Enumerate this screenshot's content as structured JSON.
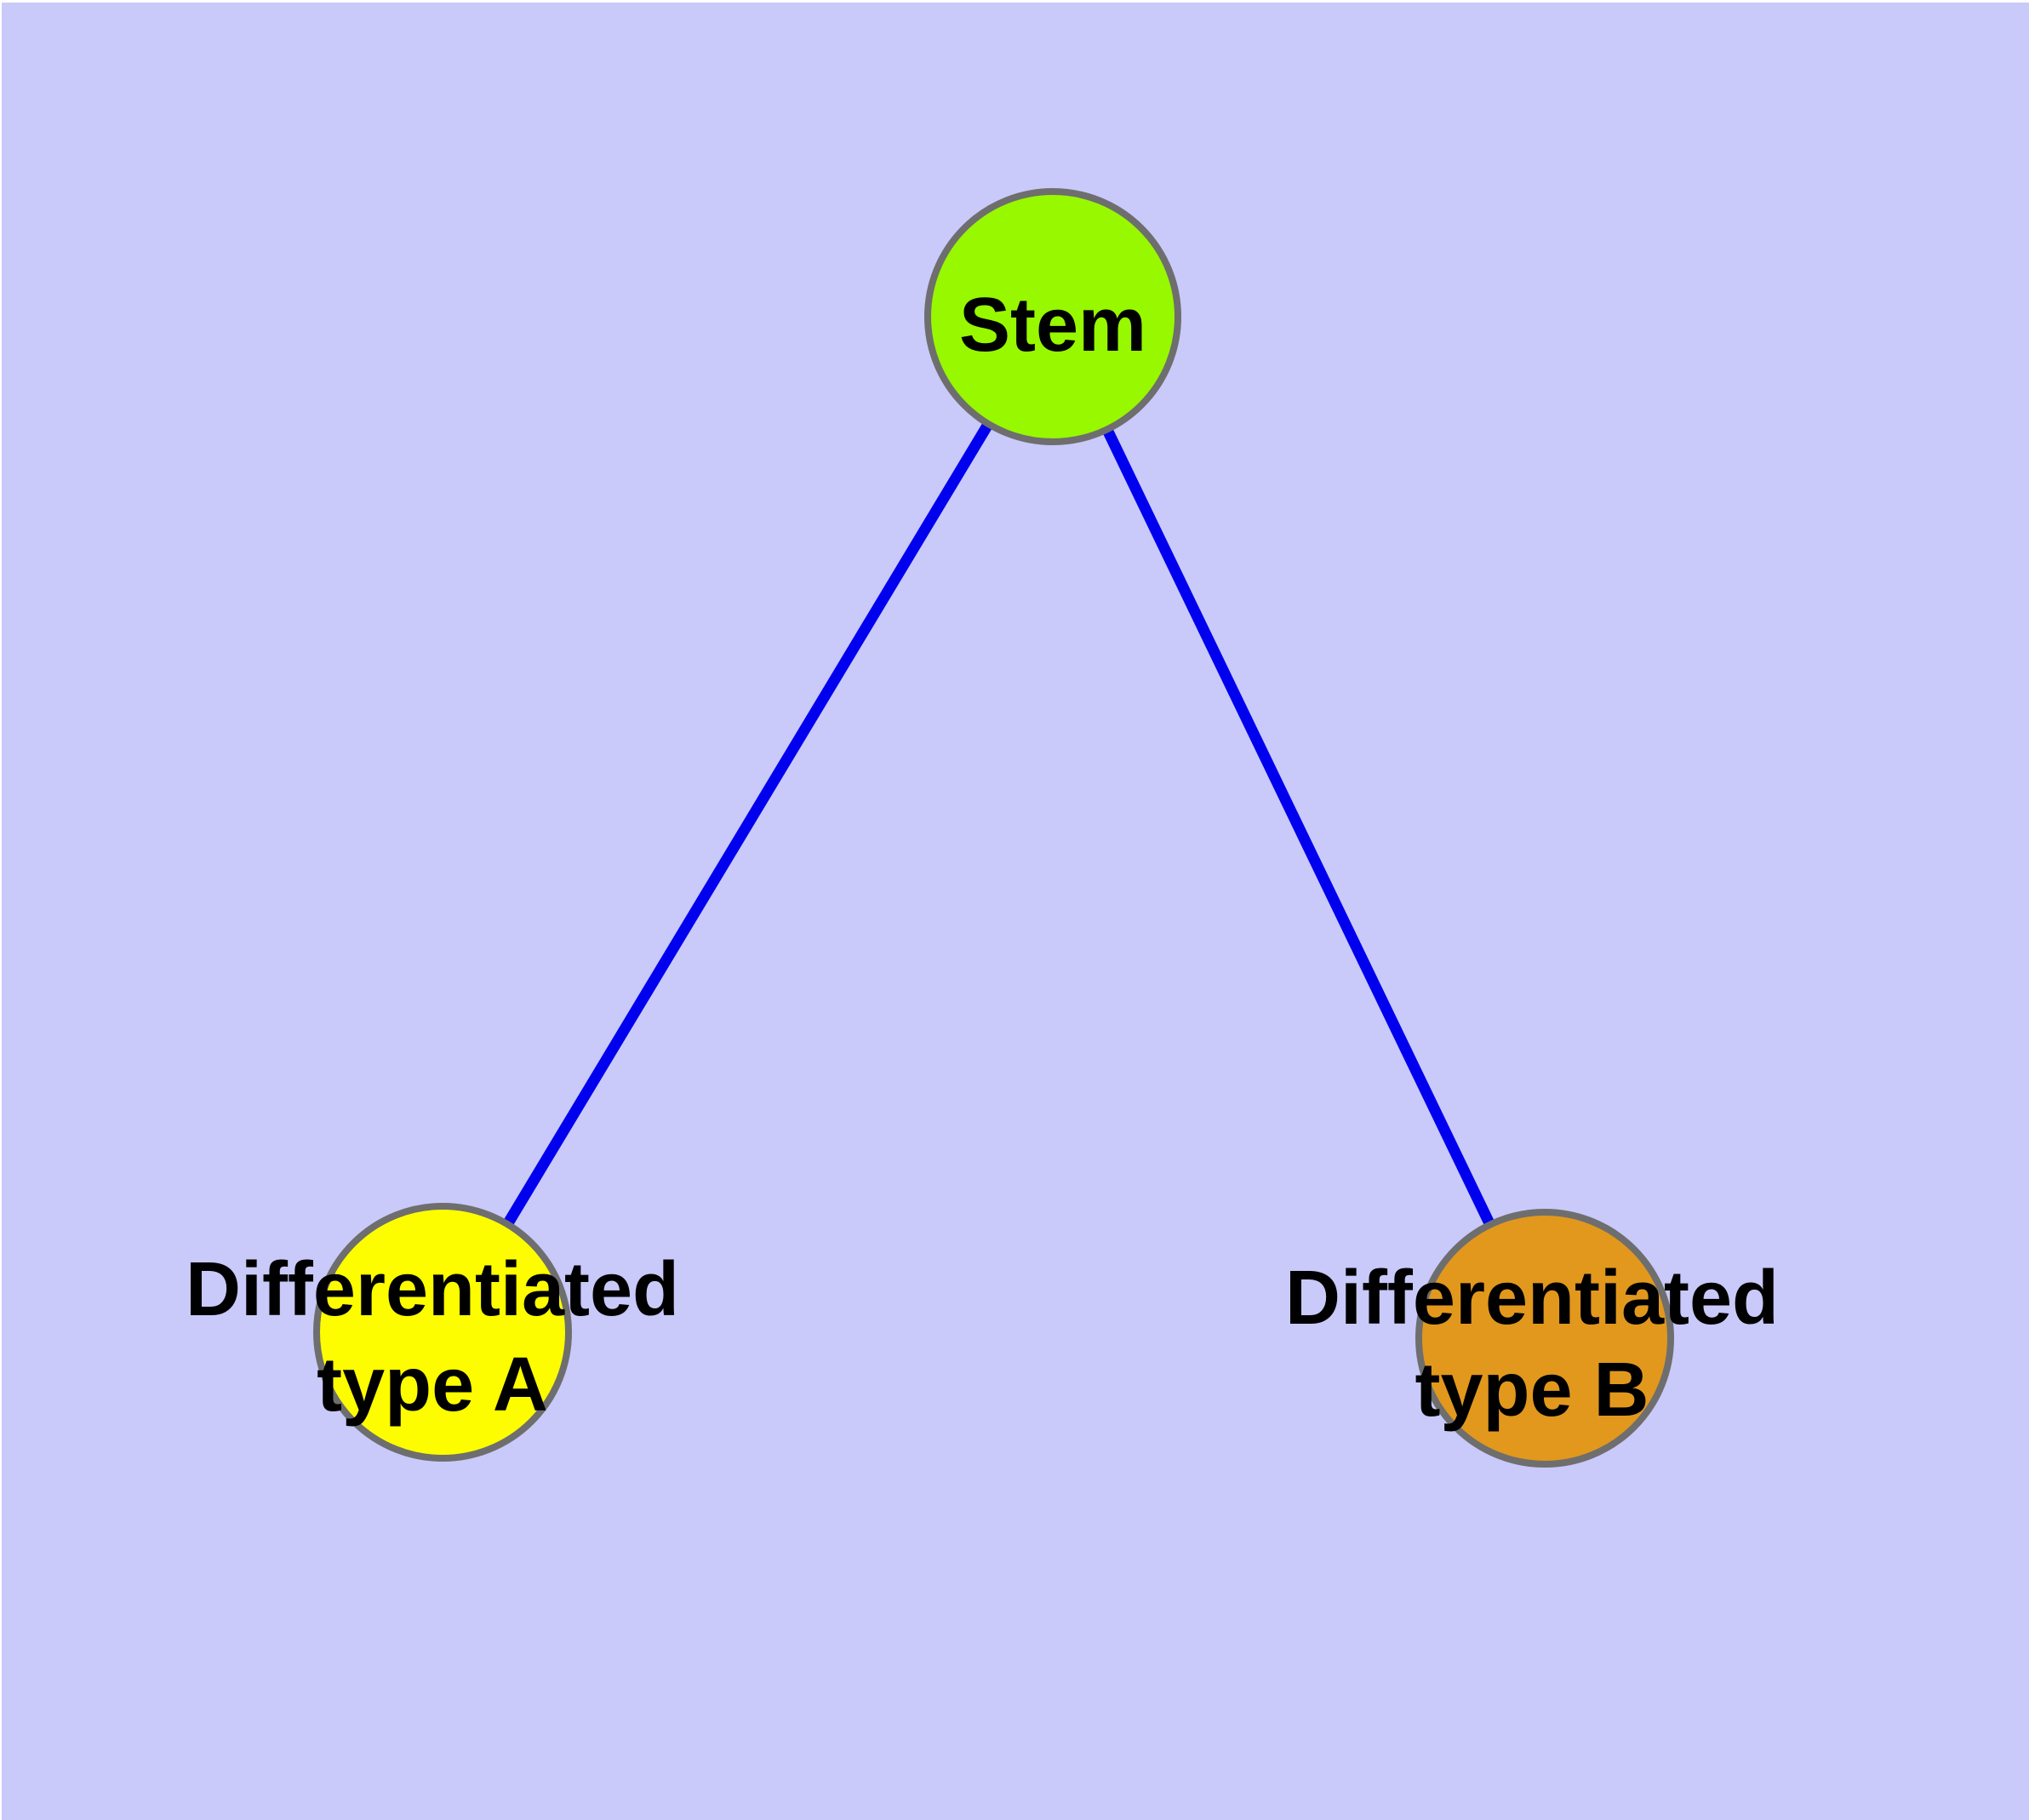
{
  "diagram": {
    "type": "node-link-graph",
    "background_color": "#c9c9fa",
    "edge_color": "#0000ee",
    "node_border_color": "#6e6e6e",
    "text_color": "#000000",
    "nodes": {
      "stem": {
        "label": "Stem",
        "fill": "#97f800"
      },
      "type_a": {
        "label_line1": "Differentiated",
        "label_line2": "type A",
        "fill": "#fdfd00"
      },
      "type_b": {
        "label_line1": "Differentiated",
        "label_line2": "type B",
        "fill": "#e2981d"
      }
    },
    "edges": [
      {
        "from": "Stem",
        "to": "Differentiated type A"
      },
      {
        "from": "Stem",
        "to": "Differentiated type B"
      }
    ]
  }
}
